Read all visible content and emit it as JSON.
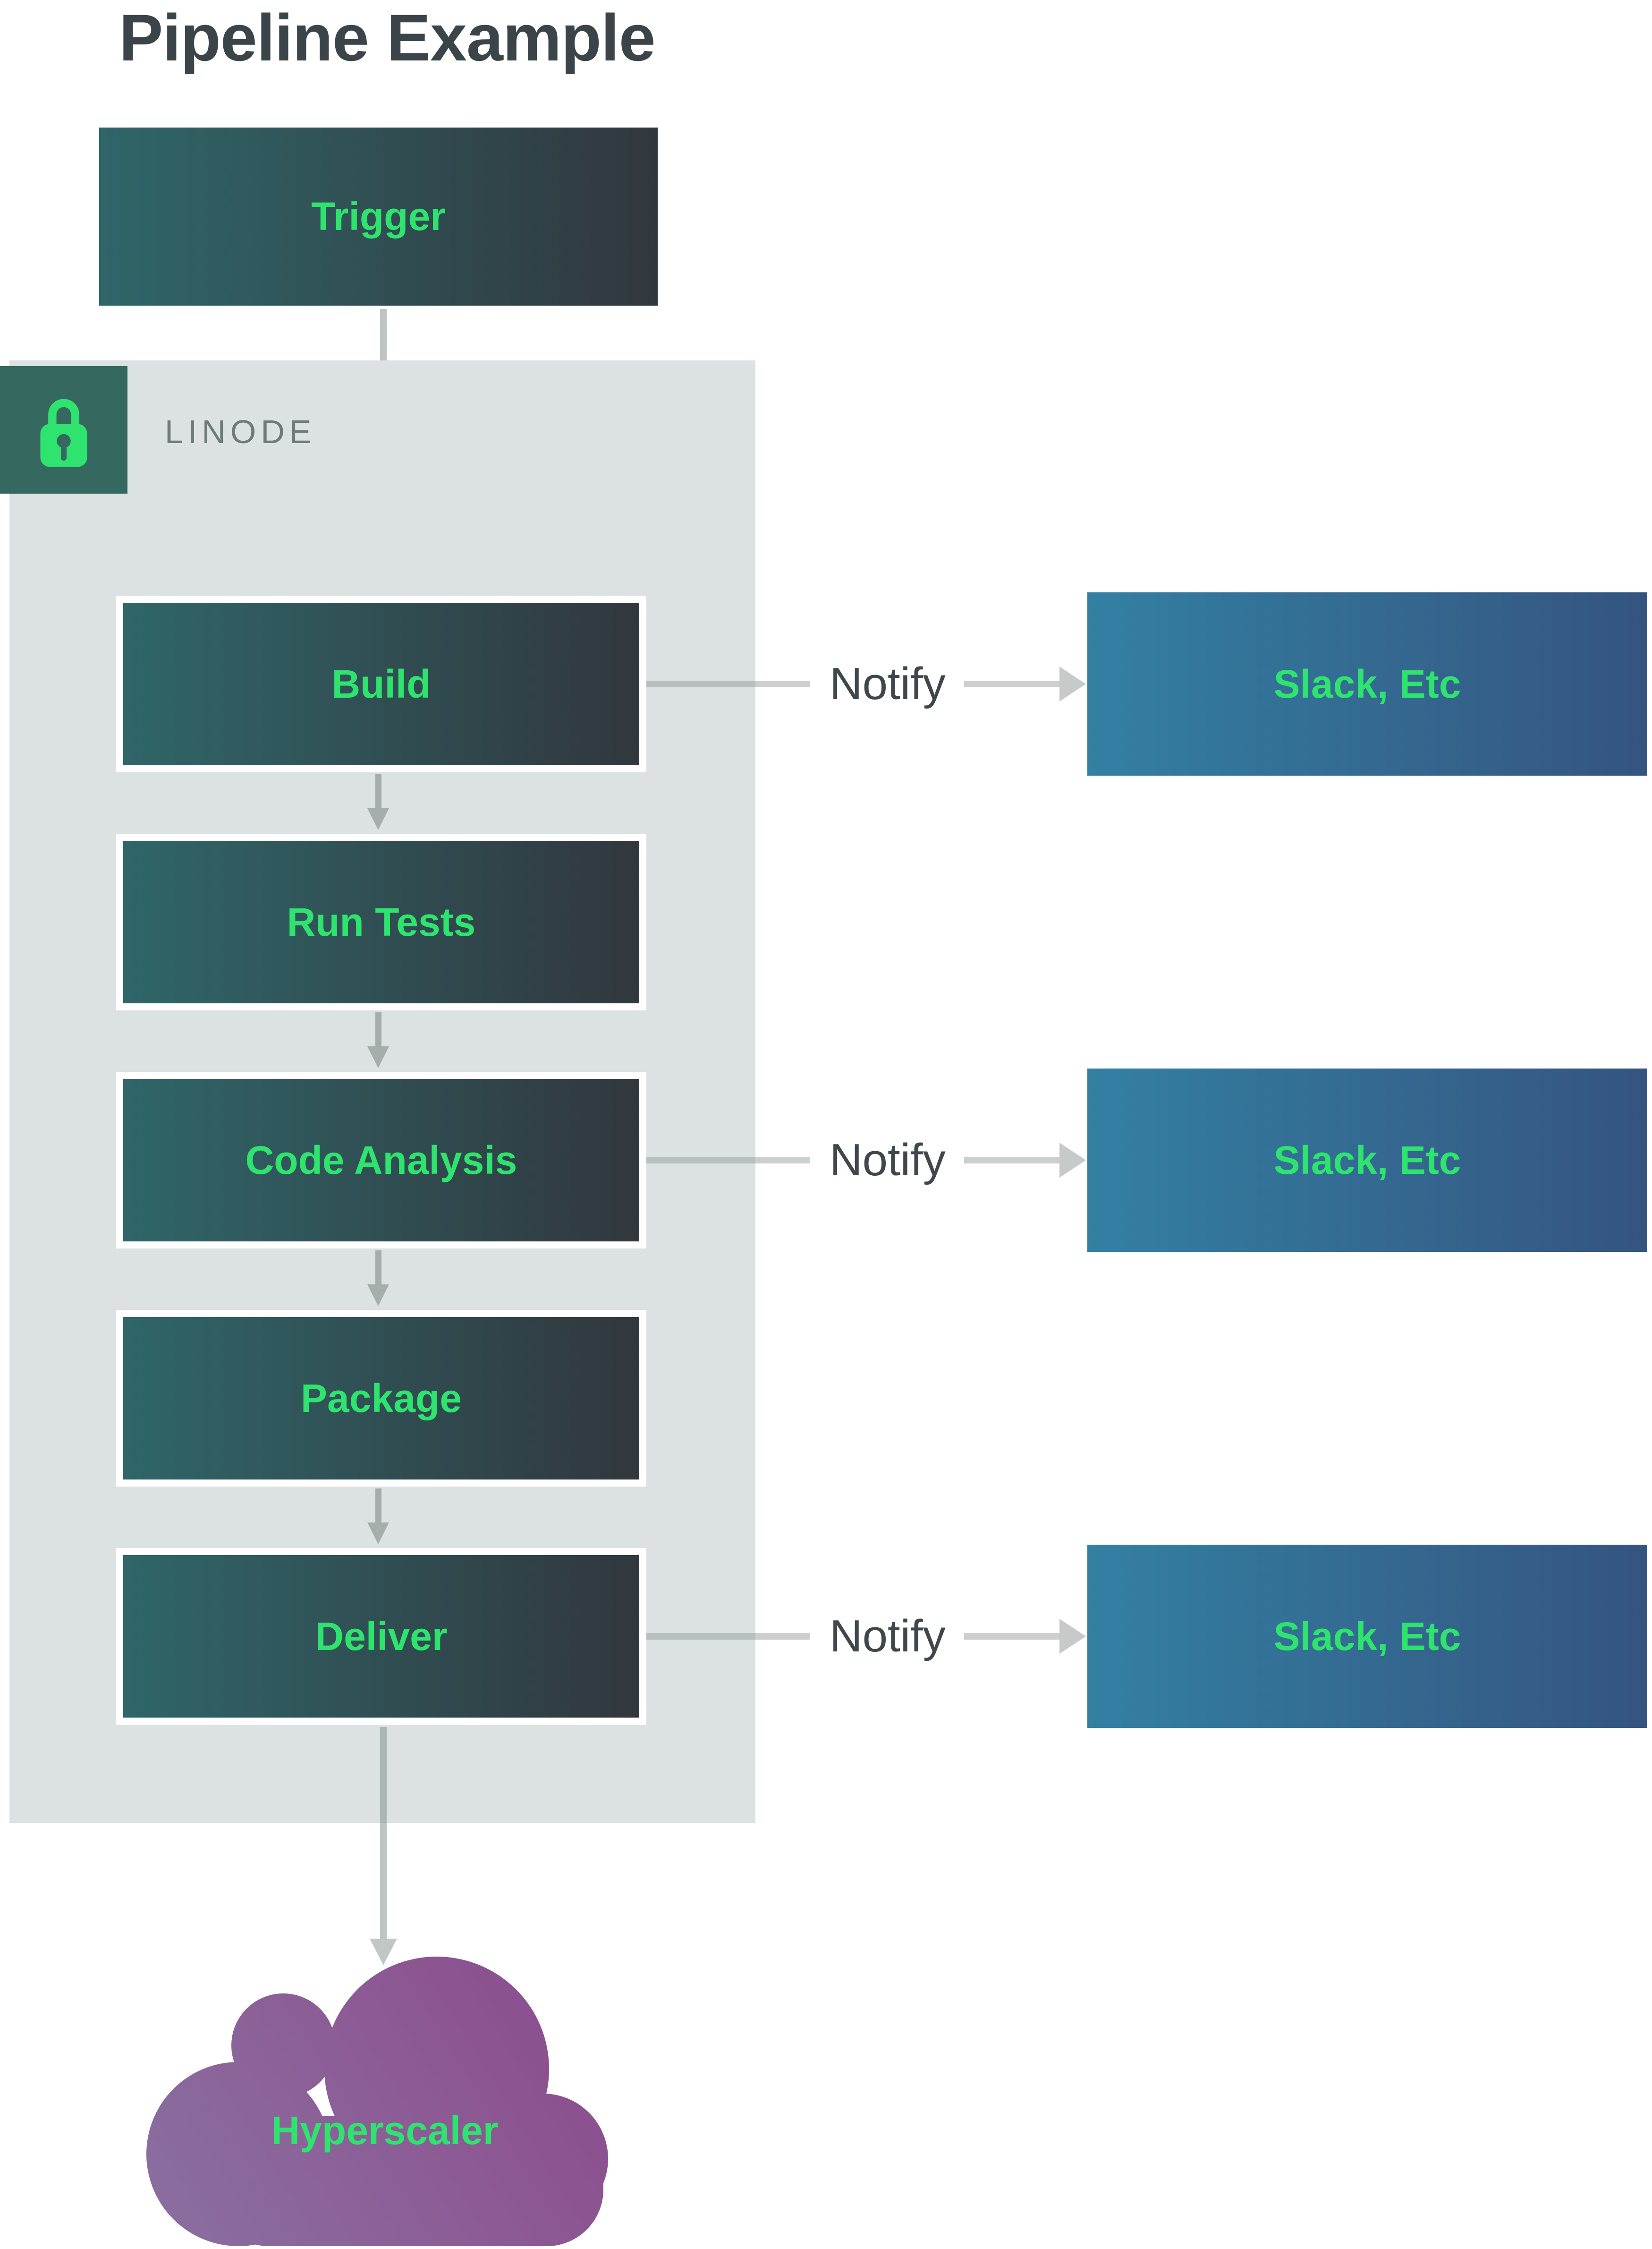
{
  "page": {
    "title": "Pipeline Example"
  },
  "pipeline": {
    "trigger": {
      "label": "Trigger"
    },
    "provider": {
      "label": "LINODE",
      "icon": "lock-icon"
    },
    "stages": [
      {
        "label": "Build",
        "notifies": true
      },
      {
        "label": "Run Tests",
        "notifies": false
      },
      {
        "label": "Code Analysis",
        "notifies": true
      },
      {
        "label": "Package",
        "notifies": false
      },
      {
        "label": "Deliver",
        "notifies": true
      }
    ],
    "notifications": [
      {
        "label": "Notify",
        "target": "Slack, Etc"
      },
      {
        "label": "Notify",
        "target": "Slack, Etc"
      },
      {
        "label": "Notify",
        "target": "Slack, Etc"
      }
    ],
    "destination": {
      "label": "Hyperscaler",
      "shape": "cloud"
    }
  },
  "colors": {
    "accent_green": "#2ee36e",
    "title_text": "#3b4449",
    "stage_gradient_left": "#2f6669",
    "stage_gradient_right": "#31373d",
    "slack_gradient_left": "#3380a3",
    "slack_gradient_right": "#345480",
    "cloud_gradient_left": "#8a70a0",
    "cloud_gradient_right": "#8d4a8c",
    "zone_background": "#dbe2e1",
    "lock_badge_background": "#35685f",
    "muted_text": "#6f7a7a",
    "notify_text": "#3e474c",
    "arrow_gray": "#b9bdbc"
  }
}
